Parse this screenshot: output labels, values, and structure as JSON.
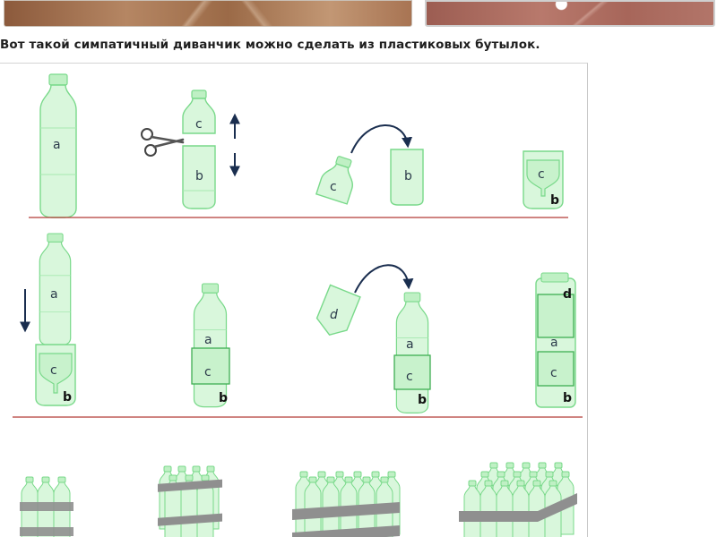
{
  "caption": "Вот такой симпатичный диванчик можно сделать из пластиковых бутылок.",
  "labels": {
    "a": "a",
    "b": "b",
    "c": "c",
    "d": "d"
  },
  "colors": {
    "bottle_fill": "#d9f7dc",
    "bottle_stroke": "#79d98a",
    "arrow": "#1a2e4f",
    "divider": "#b23b36",
    "band": "#8f8f8f"
  }
}
